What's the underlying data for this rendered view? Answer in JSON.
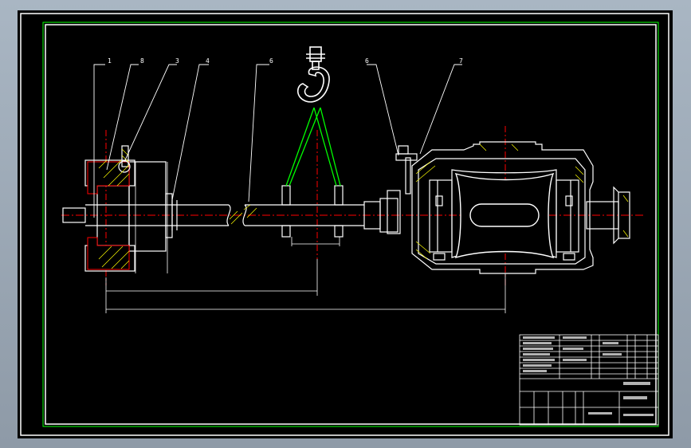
{
  "balloons": [
    "1",
    "8",
    "3",
    "4",
    "6",
    "6",
    "7"
  ],
  "colors": {
    "background": "#000000",
    "frame": "#ffffff",
    "border": "#00ff00",
    "centerline": "#ff0000",
    "lifting_rope": "#00ff00",
    "section_hatch": "#ffff00",
    "dimension": "#ffffff"
  },
  "icons": {
    "hook": "crane-hook-icon",
    "gear": "gear-icon"
  }
}
